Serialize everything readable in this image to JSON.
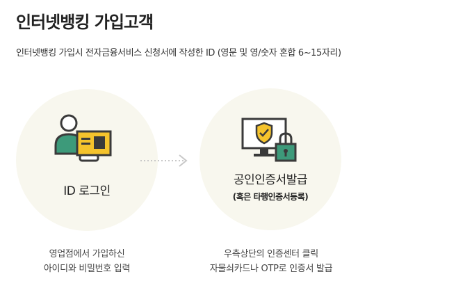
{
  "page": {
    "title": "인터넷뱅킹 가입고객",
    "description": "인터넷뱅킹 가입시 전자금융서비스 신청서에 작성한 ID (영문 및 영/숫자 혼합 6~15자리)"
  },
  "steps": [
    {
      "icon": "user-with-id-card-icon",
      "title": "ID 로그인",
      "caption_lines": [
        "영업점에서 가입하신",
        "아이디와 비밀번호 입력"
      ]
    },
    {
      "icon": "monitor-shield-lock-icon",
      "title": "공인인증서발급",
      "subtitle": "(혹은 타행인증서등록)",
      "caption_lines": [
        "우측상단의 인증센터 클릭",
        "자물쇠카드나 OTP로 인증서 발급"
      ]
    }
  ],
  "colors": {
    "circle_bg": "#f8f7ee",
    "icon_dark": "#3a3a3a",
    "icon_yellow": "#f5c32c",
    "icon_green": "#3d9a7a",
    "arrow": "#c8c8c8"
  }
}
